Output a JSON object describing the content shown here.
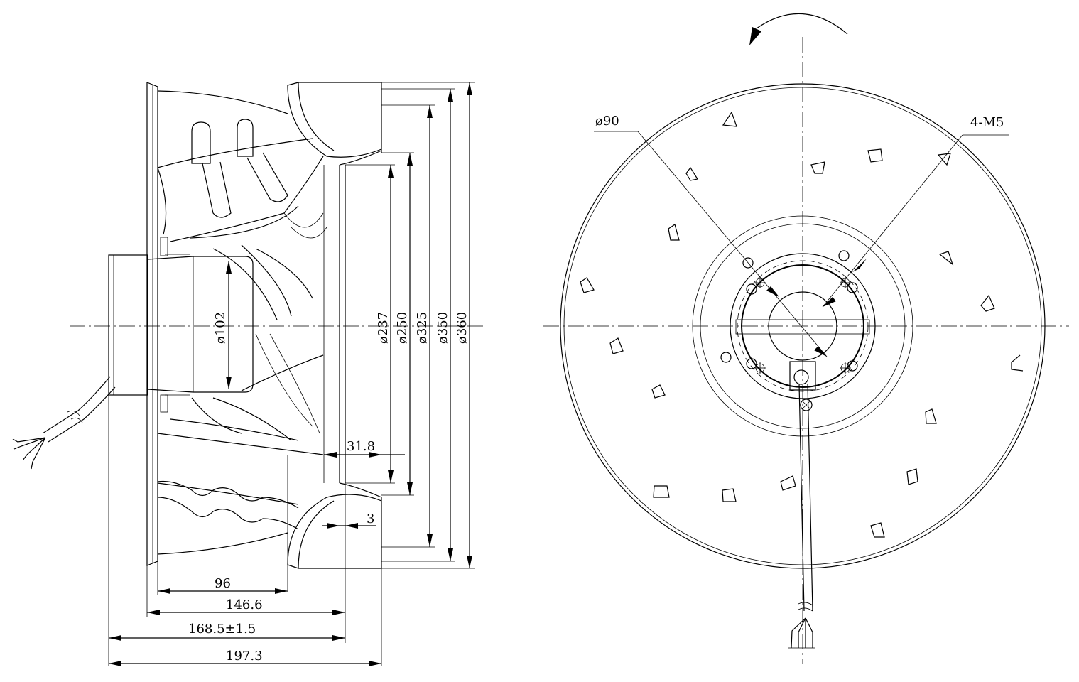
{
  "side_view": {
    "diameters": {
      "d102": "ø102",
      "d237": "ø237",
      "d250": "ø250",
      "d325": "ø325",
      "d350": "ø350",
      "d360": "ø360"
    },
    "lengths": {
      "l31_8": "31.8",
      "l3": "3",
      "l96": "96",
      "l146_6": "146.6",
      "l168_5": "168.5±1.5",
      "l197_3": "197.3"
    }
  },
  "front_view": {
    "d90": "ø90",
    "holes": "4-M5"
  }
}
